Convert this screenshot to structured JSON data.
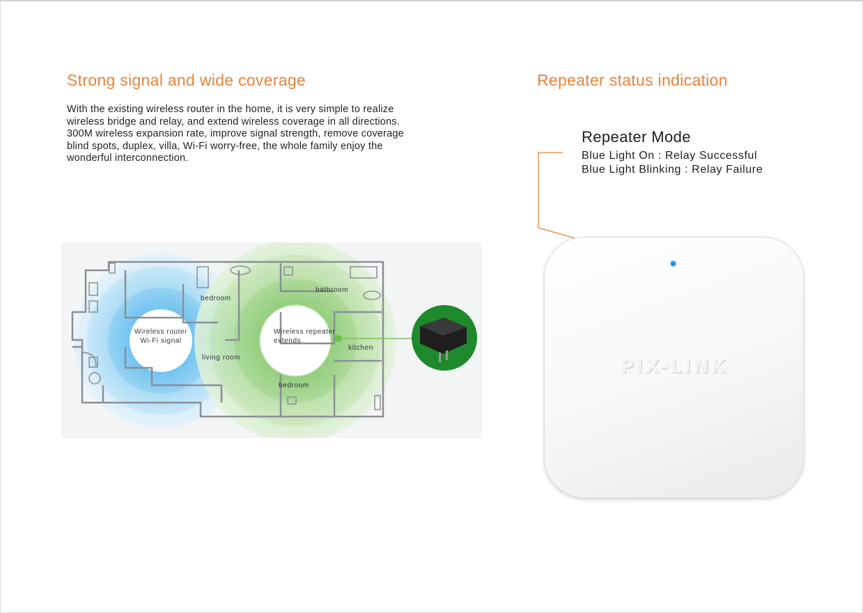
{
  "left": {
    "heading": "Strong signal and wide coverage",
    "body_lines": [
      "With the existing wireless router in the home, it is very simple to realize",
      "wireless bridge and relay, and extend wireless coverage in all directions.",
      "300M wireless expansion rate, improve signal strength, remove coverage",
      "blind spots, duplex, villa, Wi-Fi worry-free, the whole family enjoy the",
      "wonderful interconnection."
    ],
    "floorplan": {
      "router_label_1": "Wireless  router",
      "router_label_2": "Wi-Fi  signal",
      "repeater_label_1": "Wireless  repeater",
      "repeater_label_2": "extends",
      "rooms": {
        "bedroom_1": "bedroom",
        "living_room": "living room",
        "bathroom": "bathroom",
        "kitchen": "kitchen",
        "bedroom_2": "bedroom"
      }
    }
  },
  "right": {
    "heading": "Repeater status indication",
    "mode_title": "Repeater Mode",
    "mode_line_1": "Blue Light On : Relay Successful",
    "mode_line_2": "Blue Light Blinking : Relay Failure",
    "device_logo": "PIX-LINK"
  },
  "colors": {
    "accent": "#e8833a",
    "router_signal": "#3aa7e6",
    "repeater_signal": "#6cc04a",
    "led": "#2f8fd8"
  }
}
